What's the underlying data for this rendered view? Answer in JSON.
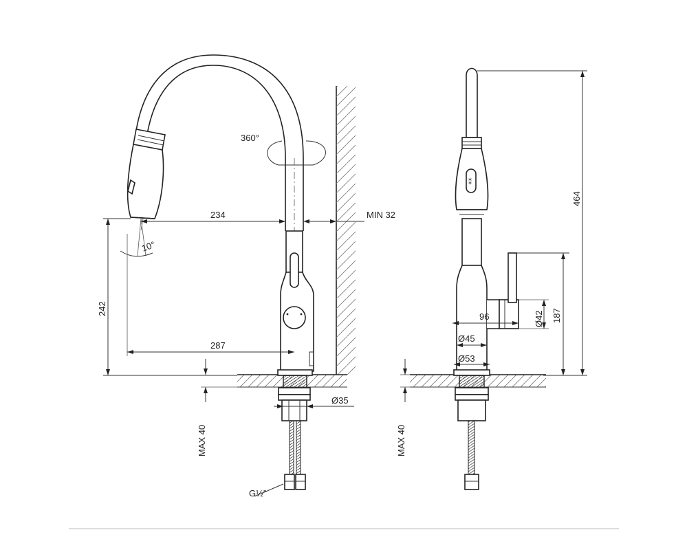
{
  "front_view": {
    "rotation": "360°",
    "reach": "234",
    "wall_clearance": "MIN 32",
    "spray_angle": "10°",
    "spout_height": "242",
    "base_to_spout": "287",
    "base_diameter": "Ø35",
    "counter_thickness": "MAX 40",
    "hose_thread": "G½\""
  },
  "side_view": {
    "total_height": "464",
    "handle_height": "187",
    "handle_diameter": "Ø42",
    "handle_reach": "96",
    "body_diameter": "Ø45",
    "base_diameter": "Ø53",
    "counter_thickness": "MAX 40"
  }
}
